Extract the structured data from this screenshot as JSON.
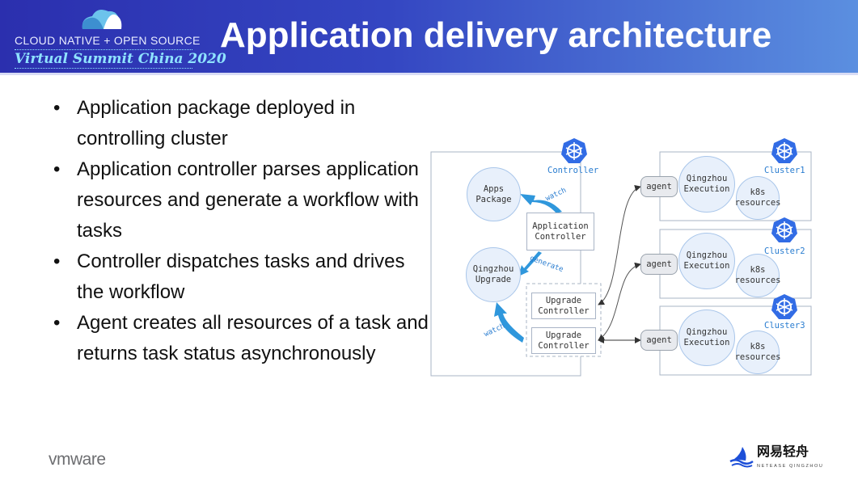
{
  "header": {
    "logo_line1": "CLOUD NATIVE + OPEN SOURCE",
    "logo_line2": "Virtual Summit China 2020",
    "title": "Application delivery architecture"
  },
  "bullets": [
    "Application package deployed in controlling cluster",
    "Application controller parses application resources and generate a workflow with tasks",
    "Controller dispatches tasks and drives the workflow",
    "Agent creates all resources of a task and returns task status asynchronously"
  ],
  "diagram": {
    "controller_label": "Controller",
    "apps_package": "Apps Package",
    "application_controller": "Application Controller",
    "qingzhou_upgrade": "Qingzhou Upgrade",
    "upgrade_controllers": [
      "Upgrade Controller",
      "Upgrade Controller"
    ],
    "arrow_labels": {
      "watch_top": "watch",
      "generate": "generate",
      "watch_bottom": "watch"
    },
    "clusters": [
      {
        "label": "Cluster1",
        "agent": "agent",
        "execution": "Qingzhou Execution",
        "resources": "k8s resources"
      },
      {
        "label": "Cluster2",
        "agent": "agent",
        "execution": "Qingzhou Execution",
        "resources": "k8s resources"
      },
      {
        "label": "Cluster3",
        "agent": "agent",
        "execution": "Qingzhou Execution",
        "resources": "k8s resources"
      }
    ],
    "colors": {
      "k8s_blue": "#326ce5",
      "arrow_blue": "#2f97dc",
      "label_blue": "#2a7dd0"
    }
  },
  "footer": {
    "vmware_logo": "vmware",
    "netease_logo_cn": "网易轻舟",
    "netease_logo_en": "NETEASE QINGZHOU"
  }
}
